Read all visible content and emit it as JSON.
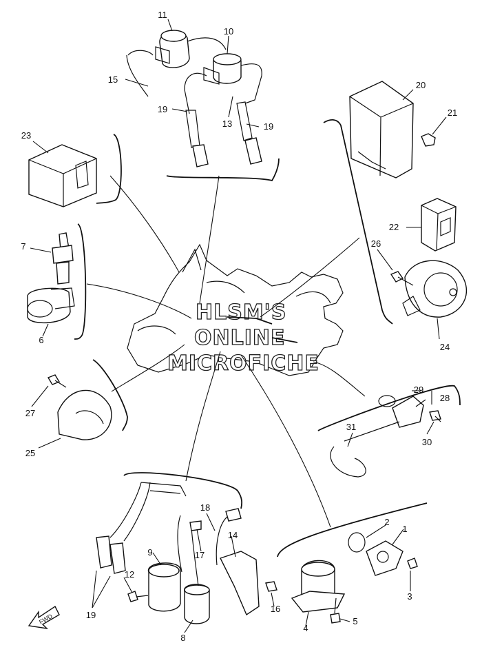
{
  "callouts": [
    "1",
    "2",
    "3",
    "4",
    "5",
    "6",
    "7",
    "8",
    "9",
    "10",
    "11",
    "12",
    "13",
    "14",
    "15",
    "16",
    "17",
    "18",
    "19",
    "20",
    "21",
    "22",
    "23",
    "24",
    "25",
    "26",
    "27",
    "28",
    "29",
    "30",
    "31"
  ],
  "callout_19_repeats": [
    "19",
    "19",
    "19"
  ],
  "watermark": {
    "line1": "HLSM'S",
    "line2": "ONLINE",
    "line3": "MICROFICHE"
  },
  "fwd_label": "FWD"
}
